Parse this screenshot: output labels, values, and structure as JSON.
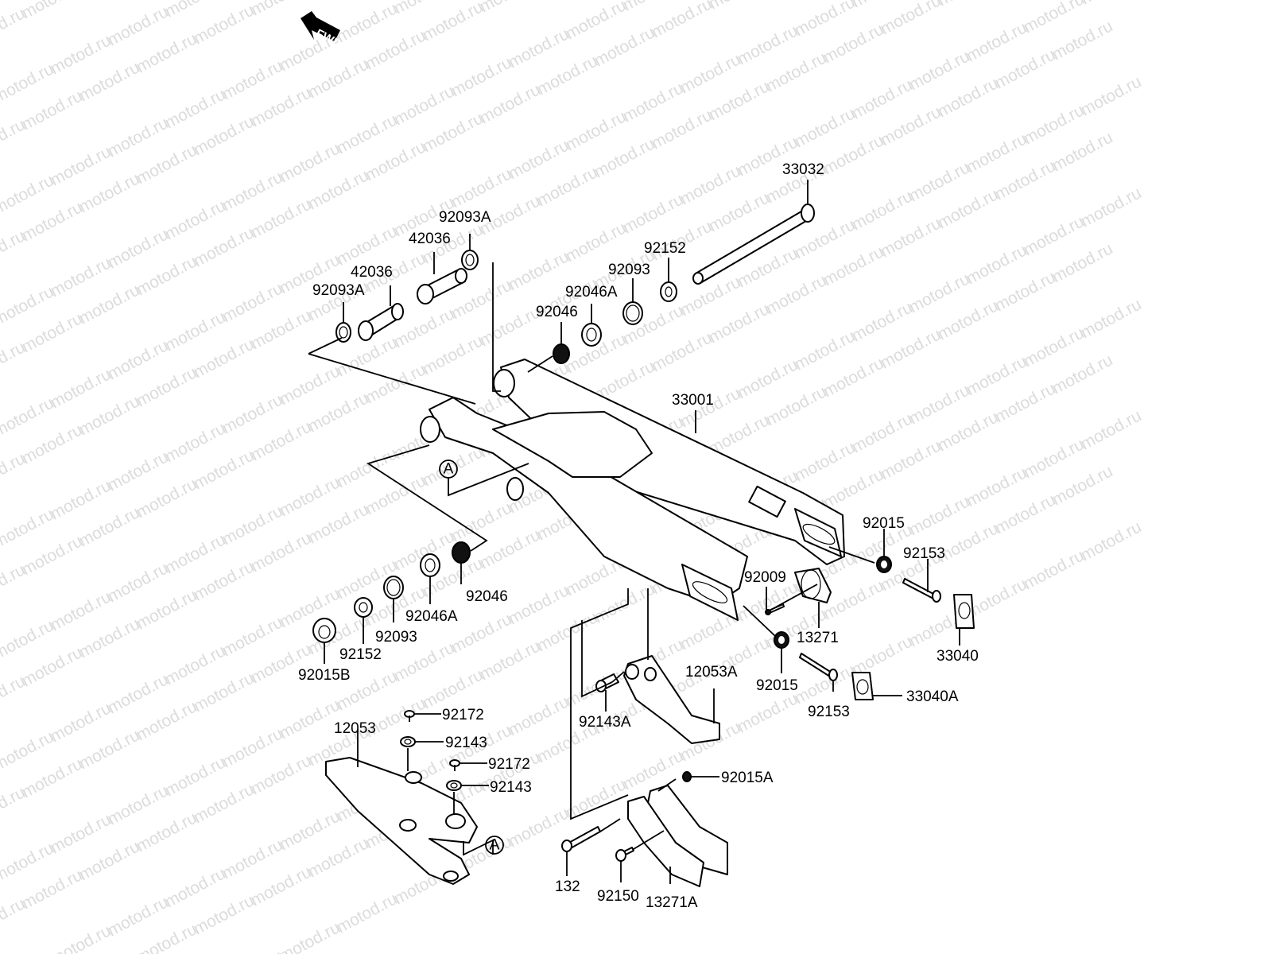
{
  "diagram": {
    "title": "Swingarm exploded parts diagram",
    "watermark": "motod.ru",
    "direction_badge": {
      "icon": "fwd-arrow-icon",
      "text": "FWD"
    },
    "reference_marker": "A",
    "parts": [
      {
        "id": "33032",
        "name": "swingarm pivot shaft"
      },
      {
        "id": "92093A",
        "name": "seal (left upper)"
      },
      {
        "id": "42036",
        "name": "sleeve (upper)"
      },
      {
        "id": "42036",
        "name": "sleeve (lower)"
      },
      {
        "id": "92093A",
        "name": "seal (left lower)"
      },
      {
        "id": "92152",
        "name": "collar (right)"
      },
      {
        "id": "92093",
        "name": "seal (right)"
      },
      {
        "id": "92046A",
        "name": "bearing (right)"
      },
      {
        "id": "92046",
        "name": "needle bearing (right)"
      },
      {
        "id": "33001",
        "name": "swingarm"
      },
      {
        "id": "92015",
        "name": "nut (chain adjuster right)"
      },
      {
        "id": "92153",
        "name": "bolt (chain adjuster right)"
      },
      {
        "id": "92009",
        "name": "screw"
      },
      {
        "id": "13271",
        "name": "plate"
      },
      {
        "id": "33040",
        "name": "chain adjuster (right)"
      },
      {
        "id": "92046",
        "name": "needle bearing (left)"
      },
      {
        "id": "92046A",
        "name": "bearing (left)"
      },
      {
        "id": "92093",
        "name": "seal (left)"
      },
      {
        "id": "92152",
        "name": "collar (left)"
      },
      {
        "id": "92015B",
        "name": "pivot nut"
      },
      {
        "id": "92015",
        "name": "nut (chain adjuster left)"
      },
      {
        "id": "92153",
        "name": "bolt (chain adjuster left)"
      },
      {
        "id": "33040A",
        "name": "chain adjuster (left)"
      },
      {
        "id": "12053A",
        "name": "chain guide block"
      },
      {
        "id": "92143A",
        "name": "collar"
      },
      {
        "id": "92172",
        "name": "screw (upper)"
      },
      {
        "id": "92143",
        "name": "collar (upper)"
      },
      {
        "id": "92172",
        "name": "screw (lower)"
      },
      {
        "id": "92143",
        "name": "collar (lower)"
      },
      {
        "id": "12053",
        "name": "chain slipper"
      },
      {
        "id": "92015A",
        "name": "nut"
      },
      {
        "id": "132",
        "name": "bolt"
      },
      {
        "id": "92150",
        "name": "bolt"
      },
      {
        "id": "13271A",
        "name": "chain guide plate"
      }
    ]
  }
}
